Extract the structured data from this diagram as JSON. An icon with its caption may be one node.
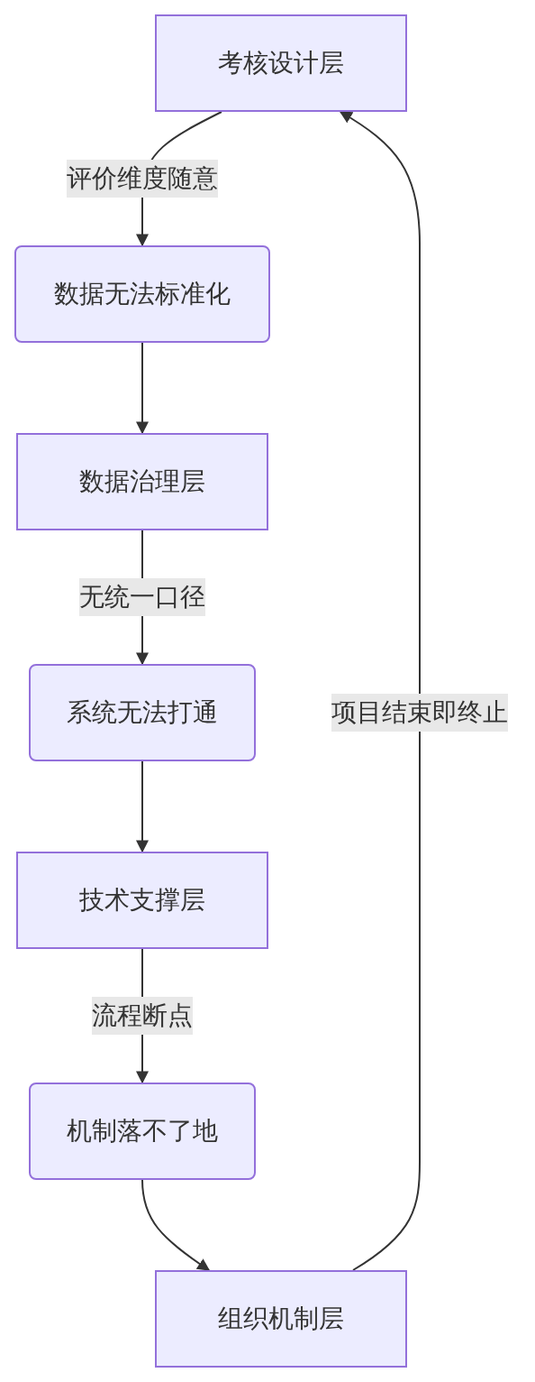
{
  "diagram": {
    "nodes": [
      {
        "text": [
          "考核设计层"
        ]
      },
      {
        "text": [
          "数据无法标准化"
        ]
      },
      {
        "text": [
          "数据治理层"
        ]
      },
      {
        "text": [
          "系统无法打通"
        ]
      },
      {
        "text": [
          "技术支撑层"
        ]
      },
      {
        "text": [
          "机制落不了地"
        ]
      },
      {
        "text": [
          "组织机制层"
        ]
      }
    ],
    "edges": [
      {
        "from": 0,
        "to": 1,
        "arrow": "to",
        "label": "评价维度随意"
      },
      {
        "from": 1,
        "to": 2,
        "arrow": "to"
      },
      {
        "from": 2,
        "to": 3,
        "arrow": "to",
        "label": "无统一口径"
      },
      {
        "from": 3,
        "to": 4,
        "arrow": "to"
      },
      {
        "from": 4,
        "to": 5,
        "arrow": "to",
        "label": "流程断点"
      },
      {
        "from": 5,
        "to": 6,
        "arrow": "to"
      },
      {
        "from": 6,
        "to": 0,
        "arrow": "to",
        "label": "项目结束即终止"
      }
    ]
  }
}
